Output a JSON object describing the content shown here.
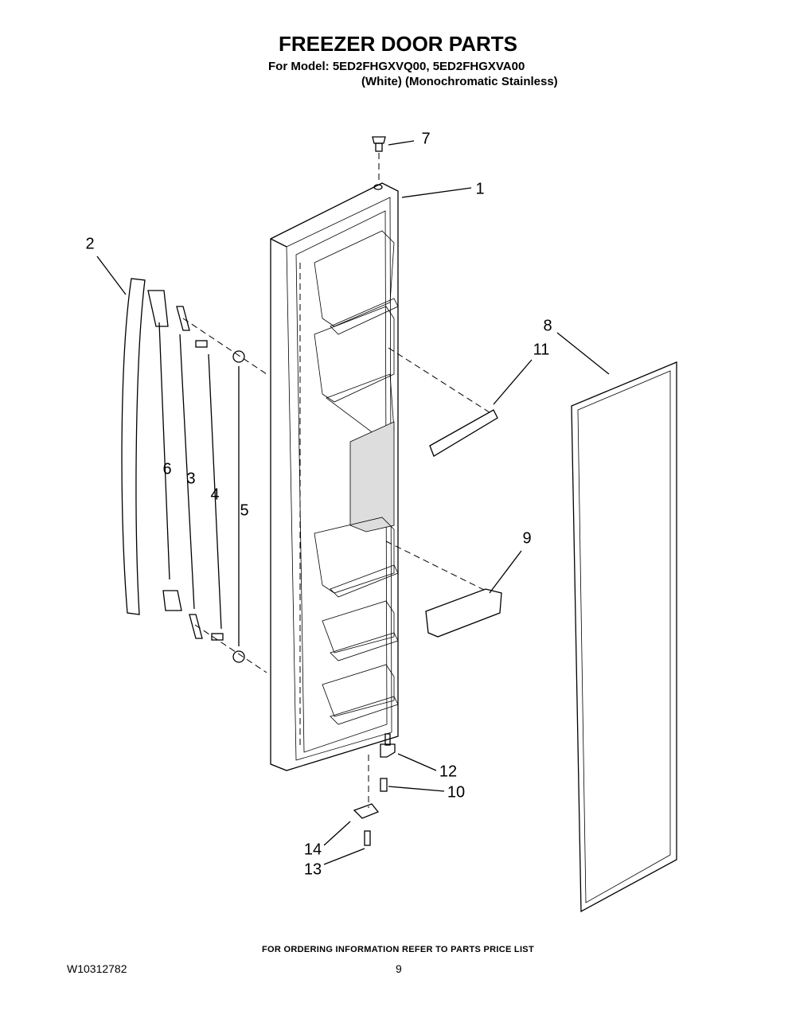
{
  "header": {
    "title": "FREEZER DOOR PARTS",
    "model_line": "For Model: 5ED2FHGXVQ00, 5ED2FHGXVA00",
    "finish_line": "(White)  (Monochromatic Stainless)"
  },
  "callouts": [
    "1",
    "2",
    "3",
    "4",
    "5",
    "6",
    "7",
    "8",
    "9",
    "10",
    "11",
    "12",
    "13",
    "14"
  ],
  "footer": {
    "note": "FOR ORDERING INFORMATION REFER TO PARTS PRICE LIST",
    "doc_number": "W10312782",
    "page_number": "9"
  }
}
